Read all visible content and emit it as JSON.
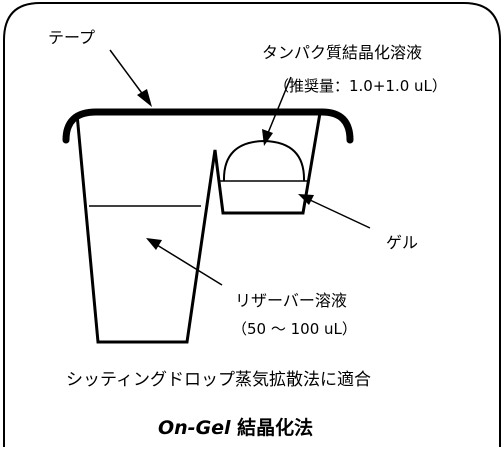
{
  "labels": {
    "tape": "テープ",
    "protein_solution": "タンパク質結晶化溶液",
    "recommended": "（推奨量：1.0+1.0 uL）",
    "gel": "ゲル",
    "reservoir": "リザーバー溶液",
    "reservoir_volume": "（50 〜 100 uL）",
    "compatibility": "シッティングドロップ蒸気拡散法に適合",
    "method_italic": "On-Gel",
    "method_text": " 結晶化法"
  },
  "colors": {
    "line": "#000000",
    "background": "#ffffff"
  }
}
